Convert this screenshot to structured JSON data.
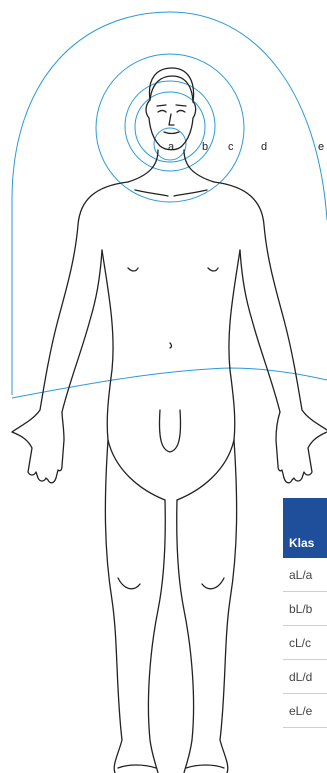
{
  "zone_labels": [
    "a",
    "b",
    "c",
    "d",
    "e"
  ],
  "table": {
    "header": "Klas",
    "rows": [
      "aL/a",
      "bL/b",
      "cL/c",
      "dL/d",
      "eL/e"
    ]
  },
  "colors": {
    "zone_line": "#2b9ad8",
    "body_outline": "#222222",
    "table_header": "#1f4e9a",
    "row_divider": "#cfcfcf"
  }
}
